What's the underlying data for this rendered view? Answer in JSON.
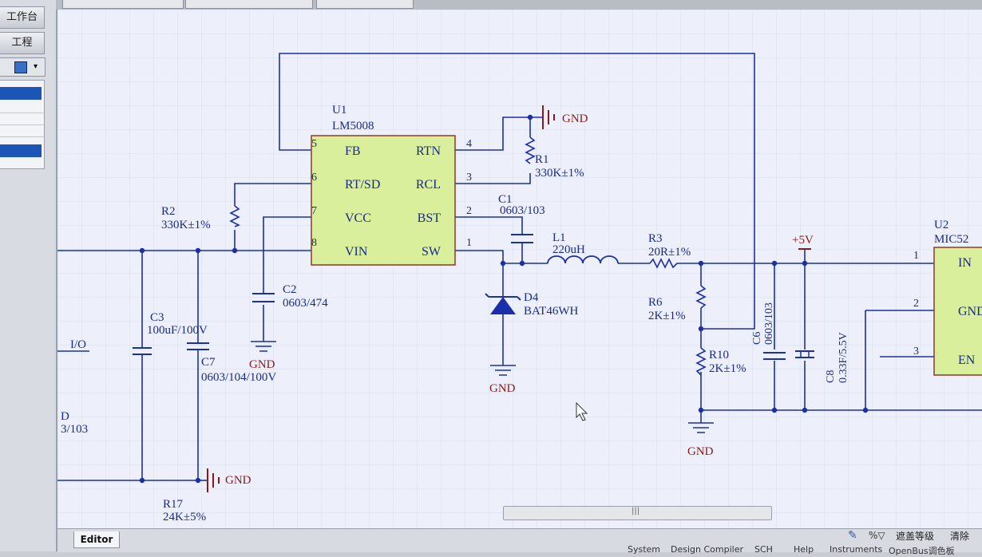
{
  "left_panel": {
    "workbench": "工作台",
    "project": "工程"
  },
  "editor_tab": "Editor",
  "status_bar": {
    "filter": "遮盖等级",
    "clear": "清除"
  },
  "menu": [
    "System",
    "Design Compiler",
    "SCH",
    "Help",
    "Instruments",
    "OpenBus调色板"
  ],
  "scroll_label": "|||",
  "colors": {
    "wire": "#1a2fa8",
    "label": "#1a2a8c",
    "power": "#8b1a1a",
    "ic_fill": "#d9ef9c",
    "grid": "#dde3f3"
  },
  "icons": [
    "project-toolbar-icon",
    "dropdown-icon",
    "pencil-icon",
    "filter-icon"
  ],
  "schematic": {
    "u1": {
      "ref": "U1",
      "part": "LM5008",
      "pins_left": [
        {
          "num": "5",
          "name": "FB"
        },
        {
          "num": "6",
          "name": "RT/SD"
        },
        {
          "num": "7",
          "name": "VCC"
        },
        {
          "num": "8",
          "name": "VIN"
        }
      ],
      "pins_right": [
        {
          "num": "4",
          "name": "RTN"
        },
        {
          "num": "3",
          "name": "RCL"
        },
        {
          "num": "2",
          "name": "BST"
        },
        {
          "num": "1",
          "name": "SW"
        }
      ]
    },
    "u2": {
      "ref": "U2",
      "part": "MIC52",
      "pins": [
        {
          "num": "1",
          "name": "IN"
        },
        {
          "num": "2",
          "name": "GND"
        },
        {
          "num": "3",
          "name": "EN"
        }
      ]
    },
    "r1": {
      "ref": "R1",
      "value": "330K±1%"
    },
    "r2": {
      "ref": "R2",
      "value": "330K±1%"
    },
    "r3": {
      "ref": "R3",
      "value": "20R±1%"
    },
    "r6": {
      "ref": "R6",
      "value": "2K±1%"
    },
    "r10": {
      "ref": "R10",
      "value": "2K±1%"
    },
    "r17": {
      "ref": "R17",
      "value": "24K±5%"
    },
    "c1": {
      "ref": "C1",
      "value": "0603/103"
    },
    "c2": {
      "ref": "C2",
      "value": "0603/474"
    },
    "c3": {
      "ref": "C3",
      "value": "100uF/100V"
    },
    "c6": {
      "ref": "C6",
      "value": "0603/103"
    },
    "c7": {
      "ref": "C7",
      "value": "0603/104/100V"
    },
    "c8": {
      "ref": "C8",
      "value": "0.33F/5.5V"
    },
    "l1": {
      "ref": "L1",
      "value": "220uH"
    },
    "d4": {
      "ref": "D4",
      "value": "BAT46WH"
    },
    "gnd": "GND",
    "vcc": "+5V",
    "io": "I/O",
    "partial_ref": "D",
    "partial_value": "3/103"
  }
}
